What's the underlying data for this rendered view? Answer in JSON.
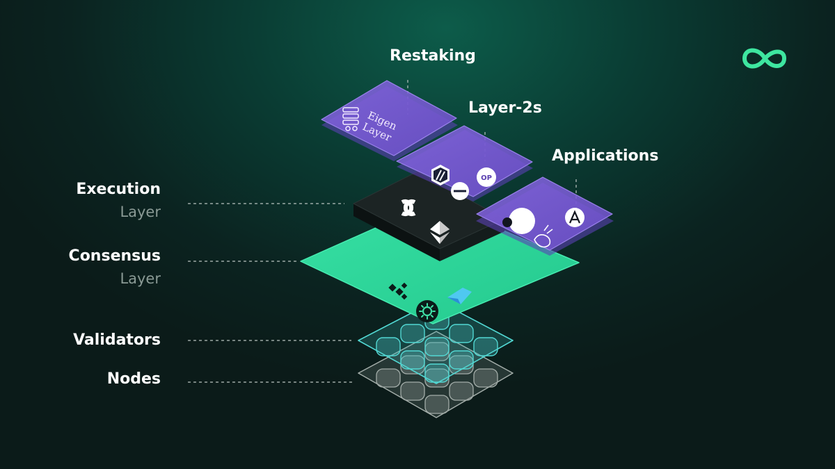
{
  "layers": {
    "execution": {
      "title": "Execution",
      "subtitle": "Layer"
    },
    "consensus": {
      "title": "Consensus",
      "subtitle": "Layer"
    },
    "validators": {
      "title": "Validators"
    },
    "nodes": {
      "title": "Nodes"
    }
  },
  "top_labels": {
    "restaking": "Restaking",
    "layer2s": "Layer-2s",
    "applications": "Applications"
  },
  "tiles": {
    "restaking_logo_text": [
      "Eigen",
      "Layer"
    ],
    "l2_op_badge": "OP"
  },
  "colors": {
    "background": "#0b2320",
    "consensus_plate": "#2fd79a",
    "purple_tile": "#7a5bd6",
    "execution_block": "#1c2424",
    "validators_grid": "#52d8d3",
    "nodes_grid": "#9aa5a2",
    "brand_mark": "#3ee6a0"
  },
  "icons": [
    "infinity-logo-icon",
    "eigenlayer-logo-icon",
    "arbitrum-icon",
    "optimism-icon",
    "linea-icon",
    "celo-icon",
    "ethereum-icon",
    "lido-icon",
    "aave-icon",
    "uniswap-icon",
    "obol-icon",
    "ssv-icon",
    "diva-icon"
  ]
}
